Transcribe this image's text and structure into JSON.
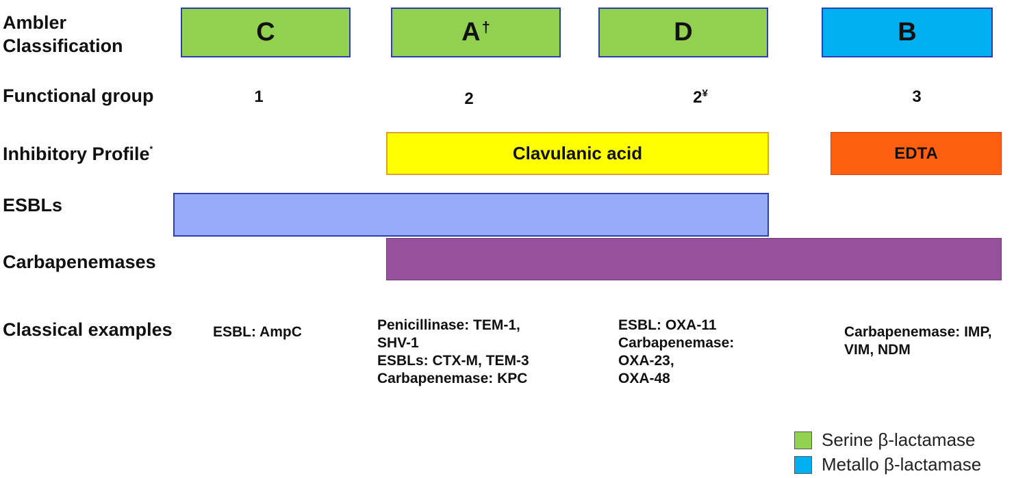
{
  "row_labels": {
    "ambler_line1": "Ambler",
    "ambler_line2": "Classification",
    "functional_group": "Functional group",
    "inhibitory_profile": "Inhibitory Profile",
    "inhibitory_profile_mark": "*",
    "esbls": "ESBLs",
    "carbapenemases": "Carbapenemases",
    "classical_examples": "Classical examples"
  },
  "classes": [
    {
      "letter": "C",
      "mark": "",
      "type": "serine"
    },
    {
      "letter": "A",
      "mark": "†",
      "type": "serine"
    },
    {
      "letter": "D",
      "mark": "",
      "type": "serine"
    },
    {
      "letter": "B",
      "mark": "",
      "type": "metallo"
    }
  ],
  "functional_groups": [
    {
      "value": "1",
      "mark": ""
    },
    {
      "value": "2",
      "mark": ""
    },
    {
      "value": "2",
      "mark": "¥"
    },
    {
      "value": "3",
      "mark": ""
    }
  ],
  "inhibitors": {
    "clavulanic": "Clavulanic acid",
    "edta": "EDTA"
  },
  "examples": {
    "C": [
      "ESBL: AmpC"
    ],
    "A": [
      "Penicillinase: TEM-1,",
      "SHV-1",
      "ESBLs: CTX-M, TEM-3",
      "Carbapenemase: KPC"
    ],
    "D": [
      "ESBL: OXA-11",
      "Carbapenemase:",
      "OXA-23,",
      "OXA-48"
    ],
    "B": [
      "Carbapenemase: IMP,",
      "VIM, NDM"
    ]
  },
  "legend": [
    {
      "label": "Serine β-lactamase",
      "color": "#92d050"
    },
    {
      "label": "Metallo β-lactamase",
      "color": "#00b0f0"
    }
  ],
  "colors": {
    "serine": "#92d050",
    "metallo": "#00b0f0",
    "clavulanic": "#ffff00",
    "edta": "#ff6010",
    "esbl": "#96acf8",
    "carbapenemase": "#96509c"
  }
}
